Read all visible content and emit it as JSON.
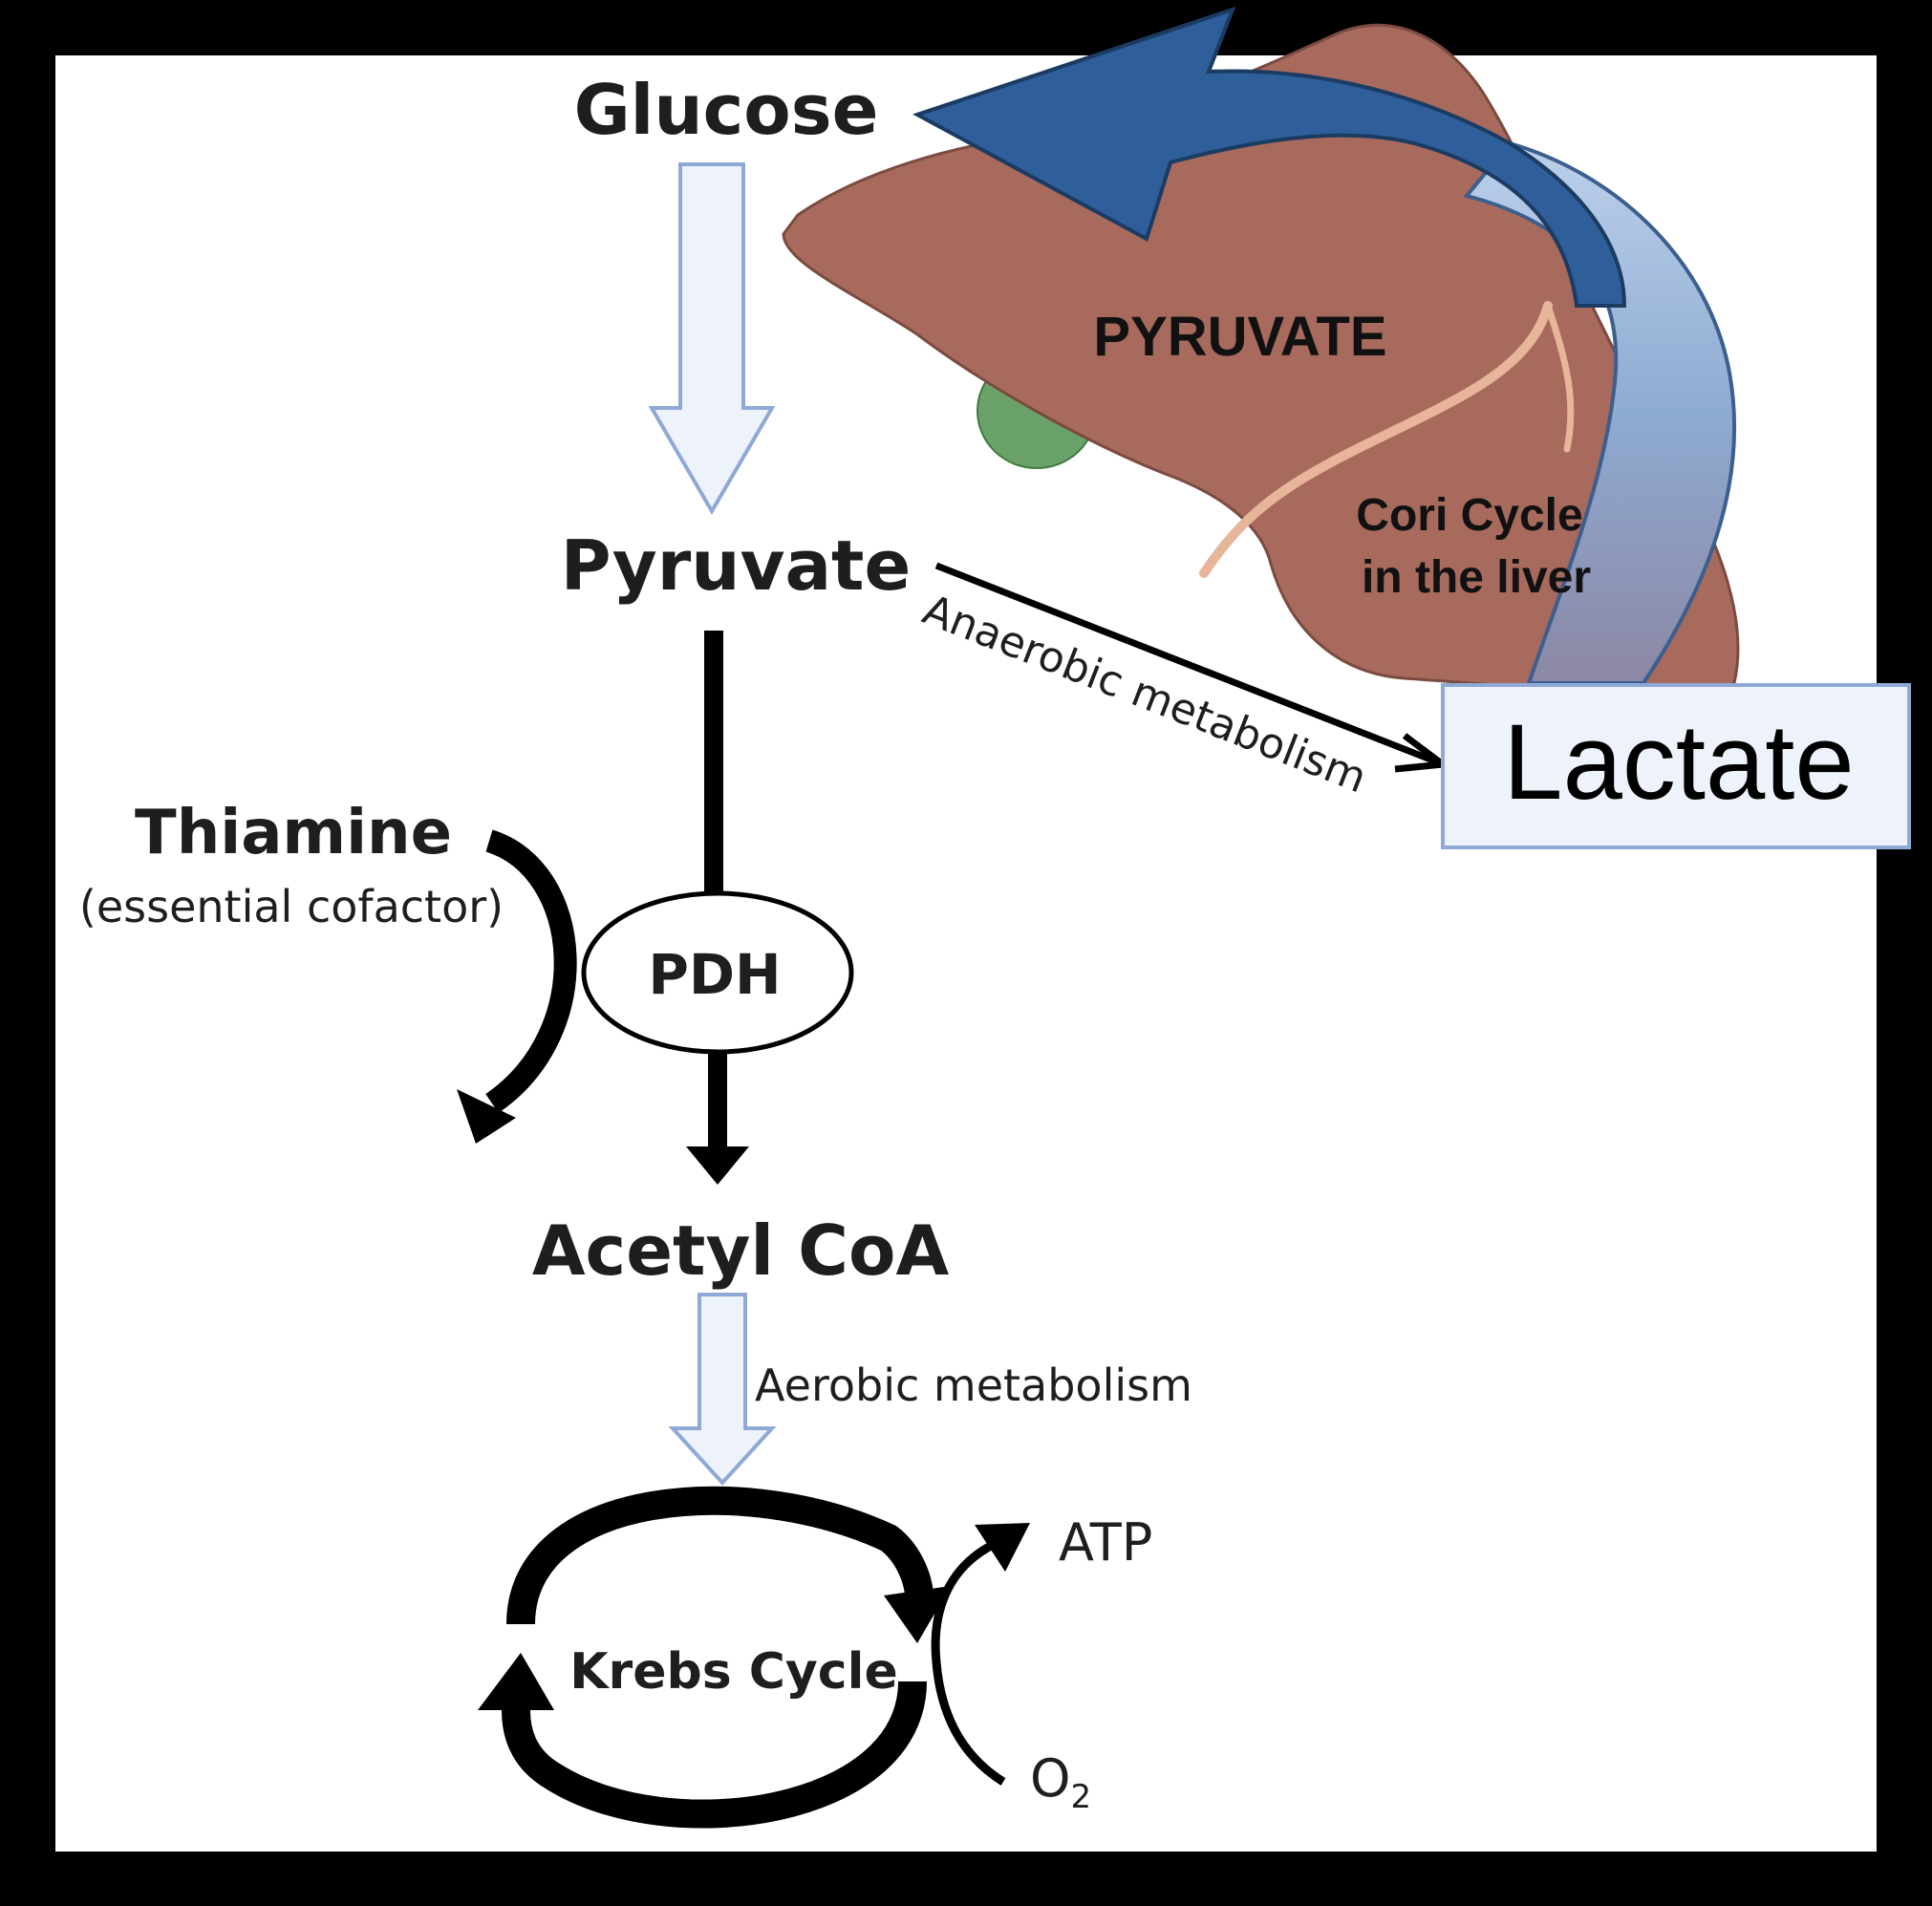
{
  "diagram": {
    "nodes": {
      "glucose": "Glucose",
      "pyruvate": "Pyruvate",
      "thiamine": "Thiamine",
      "thiamine_note": "(essential cofactor)",
      "pdh": "PDH",
      "acetyl_coa": "Acetyl CoA",
      "krebs": "Krebs Cycle",
      "atp": "ATP",
      "o2": "O",
      "o2_sub": "2",
      "lactate": "Lactate"
    },
    "edges": {
      "anaerobic": "Anaerobic metabolism",
      "aerobic": "Aerobic metabolism"
    },
    "liver": {
      "pyruvate_label": "PYRUVATE",
      "cori_line1": "Cori Cycle",
      "cori_line2": "in the liver"
    },
    "colors": {
      "frame": "#000000",
      "background": "#ffffff",
      "liver": "#a76a5d",
      "gallbladder": "#6aa26a",
      "cori_arrow_dark": "#2e5f9a",
      "cori_arrow_light": "#8aa8cf",
      "hollow_arrow_fill": "#eef3fb",
      "hollow_arrow_stroke": "#8fa9d6",
      "lactate_box_fill": "#eef3fb",
      "lactate_box_stroke": "#8fa9d6"
    }
  }
}
